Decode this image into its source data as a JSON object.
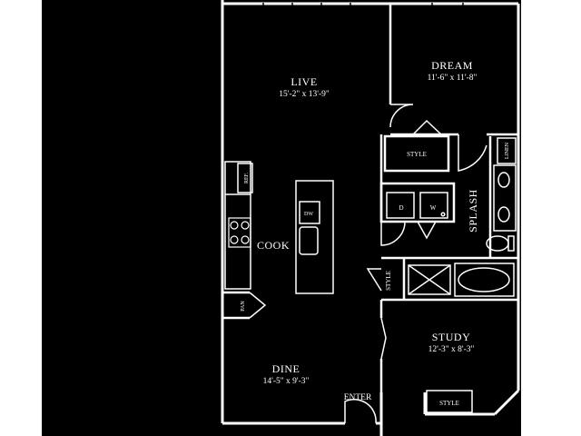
{
  "rooms": {
    "live": {
      "name": "LIVE",
      "dims": "15'-2\" x 13'-9\""
    },
    "dream": {
      "name": "DREAM",
      "dims": "11'-6\" x 11'-8\""
    },
    "study": {
      "name": "STUDY",
      "dims": "12'-3\" x 8'-3\""
    },
    "dine": {
      "name": "DINE",
      "dims": "14'-5\" x 9'-3\""
    },
    "cook": {
      "name": "COOK"
    },
    "splash": {
      "name": "SPLASH"
    }
  },
  "fixtures": {
    "style_closet_top": "STYLE",
    "style_closet_mid": "STYLE",
    "style_closet_bottom": "STYLE",
    "linen": "LINEN",
    "ref": "REF.",
    "pan": "PAN",
    "dw": "DW",
    "dryer": "D",
    "washer": "W"
  },
  "entry": "ENTER",
  "colors": {
    "background": "#ffffff",
    "floor": "#000000",
    "wall": "#ffffff"
  }
}
